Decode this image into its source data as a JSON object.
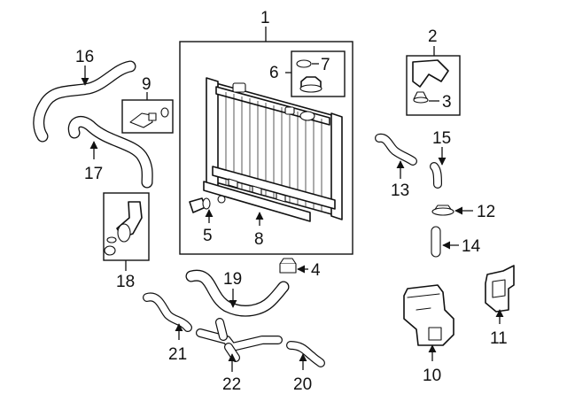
{
  "callouts": {
    "c1": "1",
    "c2": "2",
    "c3": "3",
    "c4": "4",
    "c5": "5",
    "c6": "6",
    "c7": "7",
    "c8": "8",
    "c9": "9",
    "c10": "10",
    "c11": "11",
    "c12": "12",
    "c13": "13",
    "c14": "14",
    "c15": "15",
    "c16": "16",
    "c17": "17",
    "c18": "18",
    "c19": "19",
    "c20": "20",
    "c21": "21",
    "c22": "22"
  },
  "colors": {
    "line": "#111111",
    "background": "#ffffff"
  }
}
